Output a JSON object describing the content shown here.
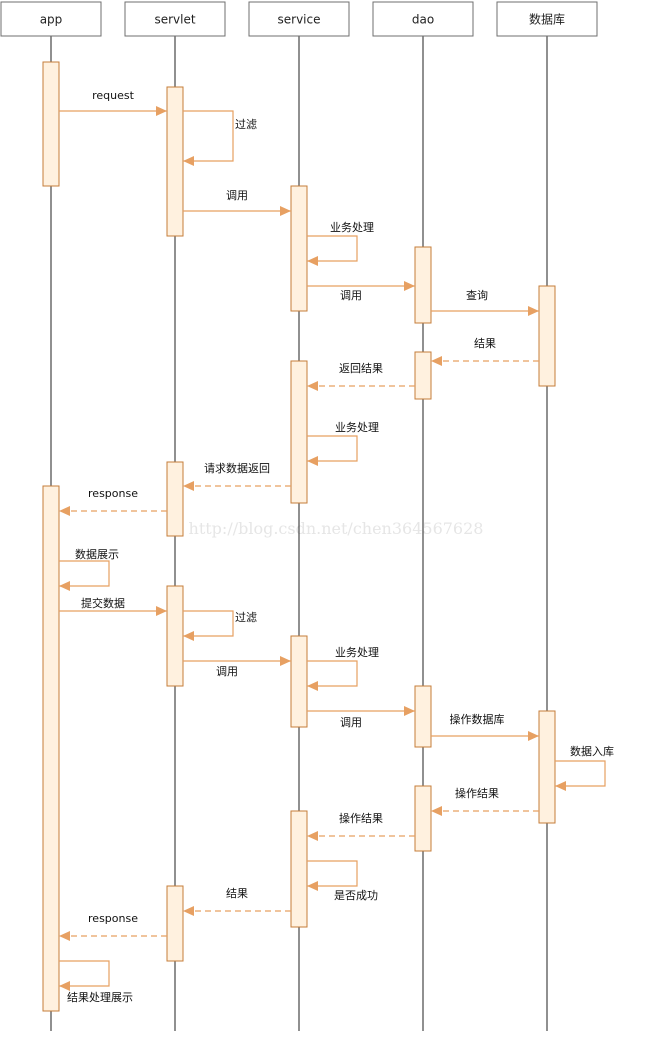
{
  "actors": [
    {
      "id": "app",
      "label": "app"
    },
    {
      "id": "servlet",
      "label": "servlet"
    },
    {
      "id": "service",
      "label": "service"
    },
    {
      "id": "dao",
      "label": "dao"
    },
    {
      "id": "db",
      "label": "数据库"
    }
  ],
  "messages": [
    {
      "from": "app",
      "to": "servlet",
      "label": "request",
      "kind": "call"
    },
    {
      "from": "servlet",
      "to": "servlet",
      "label": "过滤",
      "kind": "self"
    },
    {
      "from": "servlet",
      "to": "service",
      "label": "调用",
      "kind": "call"
    },
    {
      "from": "service",
      "to": "service",
      "label": "业务处理",
      "kind": "self"
    },
    {
      "from": "service",
      "to": "dao",
      "label": "调用",
      "kind": "call"
    },
    {
      "from": "dao",
      "to": "db",
      "label": "查询",
      "kind": "call"
    },
    {
      "from": "db",
      "to": "dao",
      "label": "结果",
      "kind": "return"
    },
    {
      "from": "dao",
      "to": "service",
      "label": "返回结果",
      "kind": "return"
    },
    {
      "from": "service",
      "to": "service",
      "label": "业务处理",
      "kind": "self"
    },
    {
      "from": "service",
      "to": "servlet",
      "label": "请求数据返回",
      "kind": "return"
    },
    {
      "from": "servlet",
      "to": "app",
      "label": "response",
      "kind": "return"
    },
    {
      "from": "app",
      "to": "app",
      "label": "数据展示",
      "kind": "self"
    },
    {
      "from": "app",
      "to": "servlet",
      "label": "提交数据",
      "kind": "call"
    },
    {
      "from": "servlet",
      "to": "servlet",
      "label": "过滤",
      "kind": "self"
    },
    {
      "from": "servlet",
      "to": "service",
      "label": "调用",
      "kind": "call"
    },
    {
      "from": "service",
      "to": "service",
      "label": "业务处理",
      "kind": "self"
    },
    {
      "from": "service",
      "to": "dao",
      "label": "调用",
      "kind": "call"
    },
    {
      "from": "dao",
      "to": "db",
      "label": "操作数据库",
      "kind": "call"
    },
    {
      "from": "db",
      "to": "db",
      "label": "数据入库",
      "kind": "self"
    },
    {
      "from": "db",
      "to": "dao",
      "label": "操作结果",
      "kind": "return"
    },
    {
      "from": "dao",
      "to": "service",
      "label": "操作结果",
      "kind": "return"
    },
    {
      "from": "service",
      "to": "service",
      "label": "是否成功",
      "kind": "self"
    },
    {
      "from": "service",
      "to": "servlet",
      "label": "结果",
      "kind": "return"
    },
    {
      "from": "servlet",
      "to": "app",
      "label": "response",
      "kind": "return"
    },
    {
      "from": "app",
      "to": "app",
      "label": "结果处理展示",
      "kind": "self"
    }
  ],
  "watermark": "http://blog.csdn.net/chen364567628",
  "colors": {
    "activation_fill": "#fff1df",
    "activation_stroke": "#c57d3a",
    "message_line": "#e7a062",
    "lifeline": "#222222",
    "actor_border": "#6f6f6f"
  }
}
